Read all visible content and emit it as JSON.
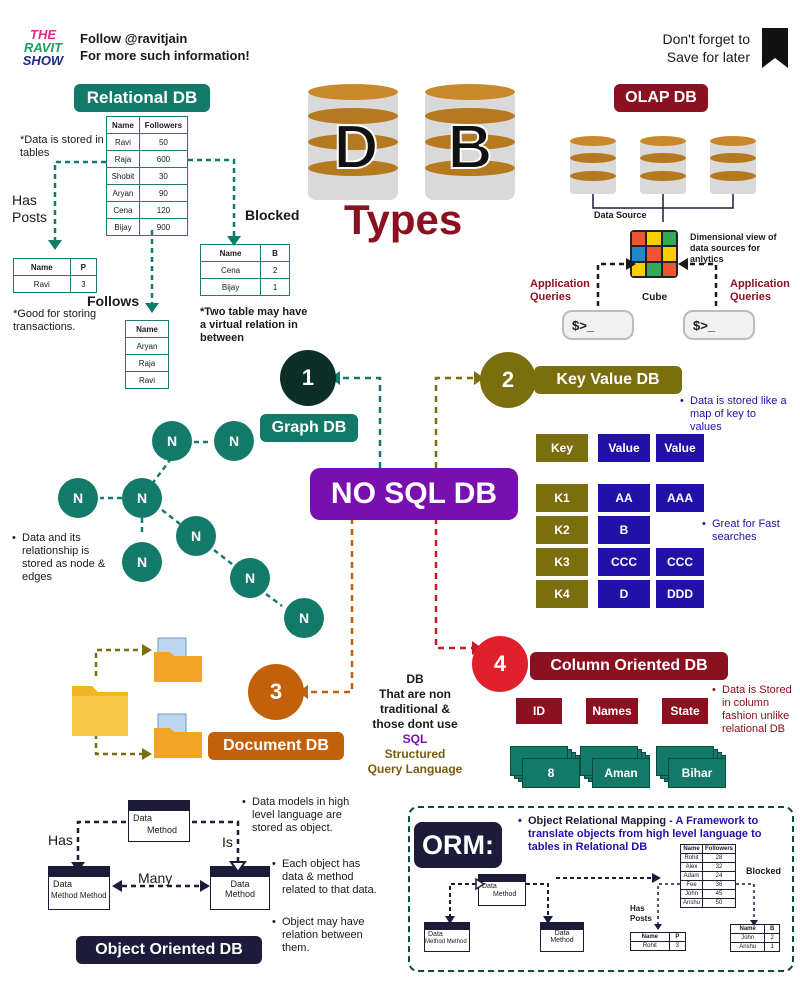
{
  "header": {
    "logo_text": "THE RAVIT SHOW",
    "follow_line1": "Follow @ravitjain",
    "follow_line2": "For more such information!",
    "save_line1": "Don't forget to",
    "save_line2": "Save for later"
  },
  "title": {
    "letter1": "D",
    "letter2": "B",
    "word": "Types"
  },
  "relational": {
    "title": "Relational DB",
    "note_stored": "*Data is stored in tables",
    "main_table": {
      "headers": [
        "Name",
        "Followers"
      ],
      "rows": [
        [
          "Ravi",
          "50"
        ],
        [
          "Raja",
          "600"
        ],
        [
          "Shobit",
          "30"
        ],
        [
          "Aryan",
          "90"
        ],
        [
          "Cena",
          "120"
        ],
        [
          "Bijay",
          "900"
        ]
      ]
    },
    "has_posts": "Has Posts",
    "posts_table": {
      "headers": [
        "Name",
        "P"
      ],
      "rows": [
        [
          "Ravi",
          "3"
        ]
      ]
    },
    "note_good": "*Good for storing transactions.",
    "follows": "Follows",
    "follows_table": {
      "headers": [
        "Name"
      ],
      "rows": [
        [
          "Aryan"
        ],
        [
          "Raja"
        ],
        [
          "Ravi"
        ]
      ]
    },
    "blocked": "Blocked",
    "blocked_table": {
      "headers": [
        "Name",
        "B"
      ],
      "rows": [
        [
          "Cena",
          "2"
        ],
        [
          "Bijay",
          "1"
        ]
      ]
    },
    "note_virtual": "*Two table may have a virtual relation in between"
  },
  "olap": {
    "title": "OLAP DB",
    "data_source": "Data Source",
    "dimensional": "Dimensional view of data sources for anlytics",
    "cube": "Cube",
    "app_queries": "Application Queries",
    "prompt": "$>_"
  },
  "nosql": {
    "title": "NO SQL DB",
    "desc": [
      "DB",
      "That are non",
      "traditional &",
      "those dont use"
    ],
    "sql": "SQL",
    "sql_full1": "Structured",
    "sql_full2": "Query Language"
  },
  "graph": {
    "num": "1",
    "title": "Graph DB",
    "node": "N",
    "note": "Data and its relationship is stored as node & edges"
  },
  "keyvalue": {
    "num": "2",
    "title": "Key  Value  DB",
    "note1": "Data is stored like a map of key to values",
    "note2": "Great for Fast searches",
    "header": [
      "Key",
      "Value",
      "Value"
    ],
    "rows": [
      [
        "K1",
        "AA",
        "AAA"
      ],
      [
        "K2",
        "B",
        ""
      ],
      [
        "K3",
        "CCC",
        "CCC"
      ],
      [
        "K4",
        "D",
        "DDD"
      ]
    ]
  },
  "document": {
    "num": "3",
    "title": "Document DB"
  },
  "column": {
    "num": "4",
    "title": "Column Oriented DB",
    "cols": [
      "ID",
      "Names",
      "State"
    ],
    "vals": [
      "8",
      "Aman",
      "Bihar"
    ],
    "note": "Data is Stored in column fashion unlike relational DB"
  },
  "oop": {
    "title": "Object Oriented DB",
    "has": "Has",
    "is": "Is",
    "many": "Many",
    "data": "Data",
    "method": "Method",
    "note1": "Data models in high level language are stored as object.",
    "note2": "Each object has data & method related to that data.",
    "note3": "Object may have relation between them."
  },
  "orm": {
    "title": "ORM:",
    "desc_prefix": "Object Relational Mapping",
    "desc_rest": " - A Framework to translate objects from high level language to tables in Relational DB",
    "table": {
      "headers": [
        "Name",
        "Followers"
      ],
      "rows": [
        [
          "Rohit",
          "28"
        ],
        [
          "Alex",
          "32"
        ],
        [
          "Adam",
          "24"
        ],
        [
          "Fee",
          "36"
        ],
        [
          "John",
          "45"
        ],
        [
          "Anshu",
          "50"
        ]
      ]
    },
    "has_posts": "Has Posts",
    "posts_table": {
      "headers": [
        "Name",
        "P"
      ],
      "rows": [
        [
          "Rohit",
          "3"
        ]
      ]
    },
    "blocked": "Blocked",
    "blocked_table": {
      "headers": [
        "Name",
        "B"
      ],
      "rows": [
        [
          "John",
          "2"
        ],
        [
          "Anshu",
          "1"
        ]
      ]
    }
  },
  "colors": {
    "teal": "#137a6a",
    "maroon": "#8b1020",
    "purple": "#7a0fb0",
    "olive": "#7a6e0e",
    "orange": "#c4600a",
    "red": "#e0202a",
    "navy": "#1c1b3a",
    "blue": "#2310a8"
  }
}
